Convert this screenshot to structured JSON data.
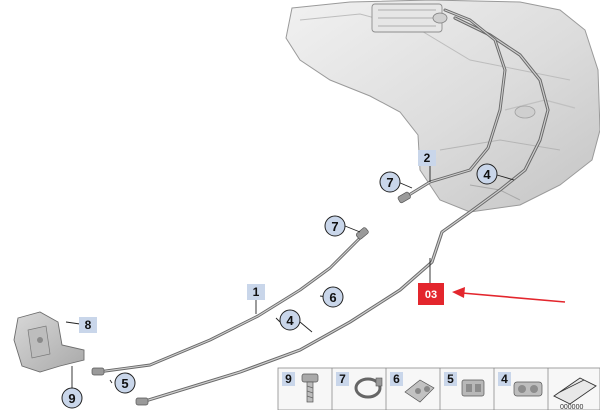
{
  "callouts": {
    "c2": "2",
    "c7a": "7",
    "c4a": "4",
    "c7b": "7",
    "c1": "1",
    "c6": "6",
    "c4b": "4",
    "c8": "8",
    "c5": "5",
    "c9": "9"
  },
  "reference_box": {
    "label": "03",
    "color": "#e3262d"
  },
  "arrow_color": "#e3262d",
  "part_strip": [
    {
      "number": "9"
    },
    {
      "number": "7"
    },
    {
      "number": "6"
    },
    {
      "number": "5"
    },
    {
      "number": "4"
    }
  ],
  "part_number_text": "000000"
}
